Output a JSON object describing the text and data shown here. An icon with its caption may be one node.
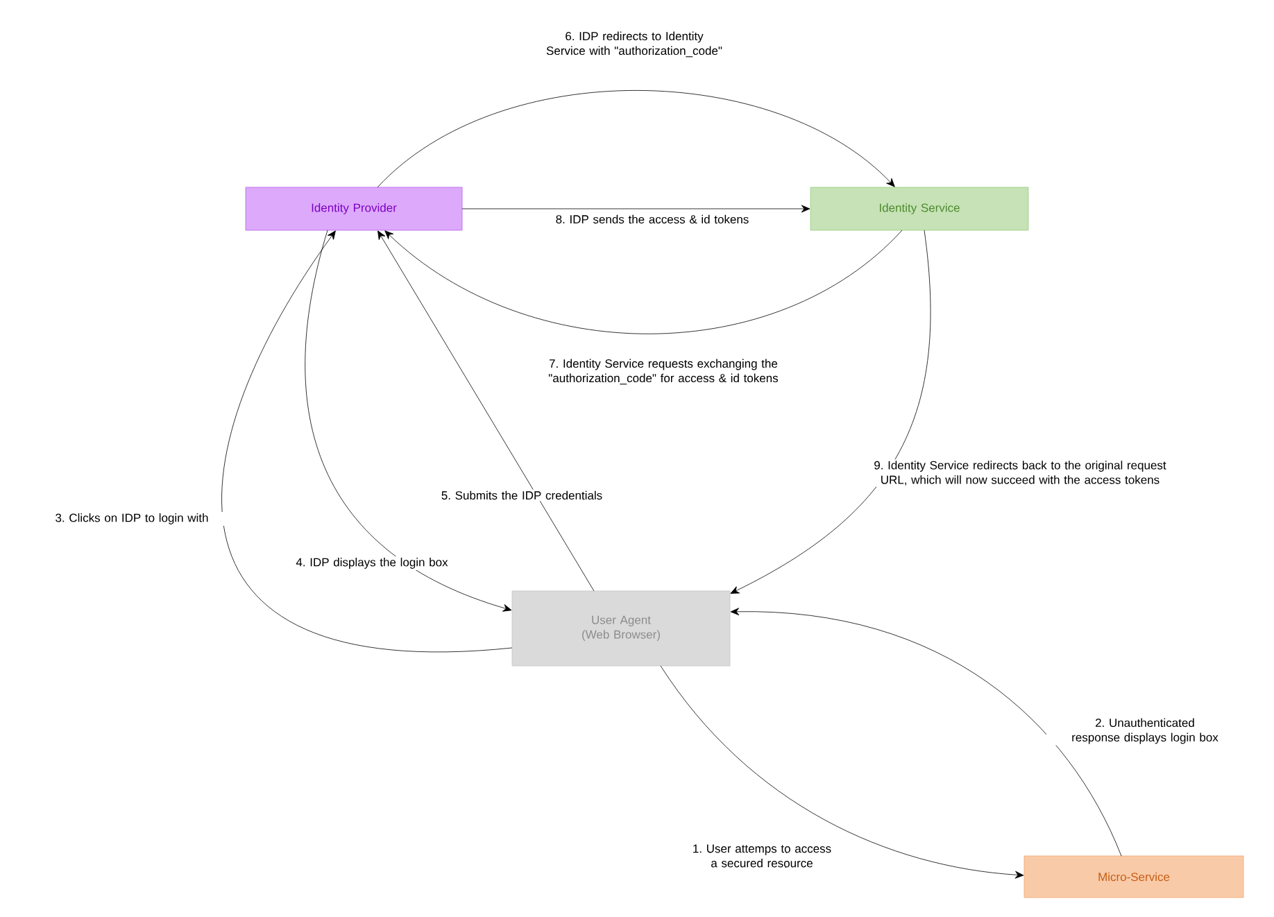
{
  "diagram": {
    "nodes": [
      {
        "text": [
          "Identity Provider"
        ]
      },
      {
        "text": [
          "Identity Service"
        ]
      },
      {
        "text": [
          "User Agent (Web Browser)"
        ]
      },
      {
        "text": [
          "Micro-Service"
        ]
      }
    ],
    "edges": [
      {
        "from": 2,
        "to": 3,
        "arrow": "to",
        "label": "1. User attemps to access a secured resource"
      },
      {
        "from": 3,
        "to": 2,
        "arrow": "to",
        "label": "2. Unauthenticated response displays login box"
      },
      {
        "from": 2,
        "to": 0,
        "arrow": "to",
        "label": "3. Clicks on IDP to login with"
      },
      {
        "from": 0,
        "to": 2,
        "arrow": "to",
        "label": "4. IDP displays the login box"
      },
      {
        "from": 2,
        "to": 0,
        "arrow": "to",
        "label": "5. Submits the IDP credentials"
      },
      {
        "from": 0,
        "to": 1,
        "arrow": "to",
        "label": "6. IDP redirects to Identity Service with \"authorization_code\""
      },
      {
        "from": 1,
        "to": 0,
        "arrow": "to",
        "label": "7. Identity Service requests exchanging the \"authorization_code\" for access & id tokens"
      },
      {
        "from": 0,
        "to": 1,
        "arrow": "to",
        "label": "8. IDP sends the access & id tokens"
      },
      {
        "from": 1,
        "to": 2,
        "arrow": "to",
        "label": "9. Identity Service redirects back to the original request URL, which will now succeed with the access tokens"
      }
    ]
  }
}
